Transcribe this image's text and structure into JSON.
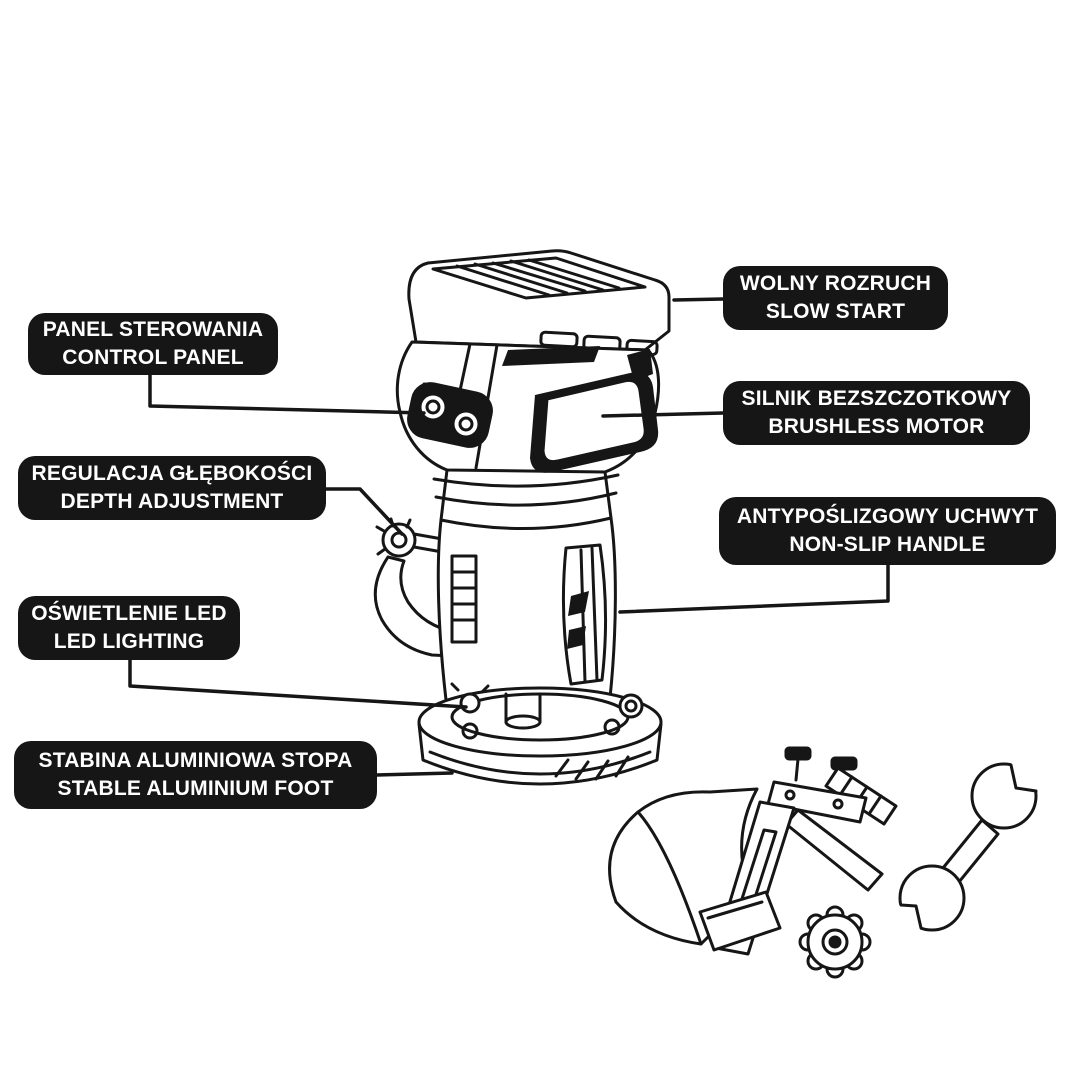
{
  "colors": {
    "label_background": "#161616",
    "label_text": "#ffffff",
    "line_color": "#161616",
    "page_background": "#ffffff"
  },
  "labels": [
    {
      "id": "control-panel",
      "line1": "PANEL STEROWANIA",
      "line2": "CONTROL PANEL"
    },
    {
      "id": "slow-start",
      "line1": "WOLNY ROZRUCH",
      "line2": "SLOW START"
    },
    {
      "id": "brushless-motor",
      "line1": "SILNIK BEZSZCZOTKOWY",
      "line2": "BRUSHLESS MOTOR"
    },
    {
      "id": "depth-adjustment",
      "line1": "REGULACJA GŁĘBOKOŚCI",
      "line2": "DEPTH ADJUSTMENT"
    },
    {
      "id": "non-slip-handle",
      "line1": "ANTYPOŚLIZGOWY UCHWYT",
      "line2": "NON-SLIP HANDLE"
    },
    {
      "id": "led-lighting",
      "line1": "OŚWIETLENIE LED",
      "line2": "LED LIGHTING"
    },
    {
      "id": "aluminium-foot",
      "line1": "STABINA ALUMINIOWA STOPA",
      "line2": "STABLE ALUMINIUM FOOT"
    }
  ],
  "illustration": {
    "main_subject": "cordless-trim-router",
    "accessories": [
      "dust-shield",
      "edge-guide",
      "collet-nut",
      "open-end-wrench"
    ]
  }
}
